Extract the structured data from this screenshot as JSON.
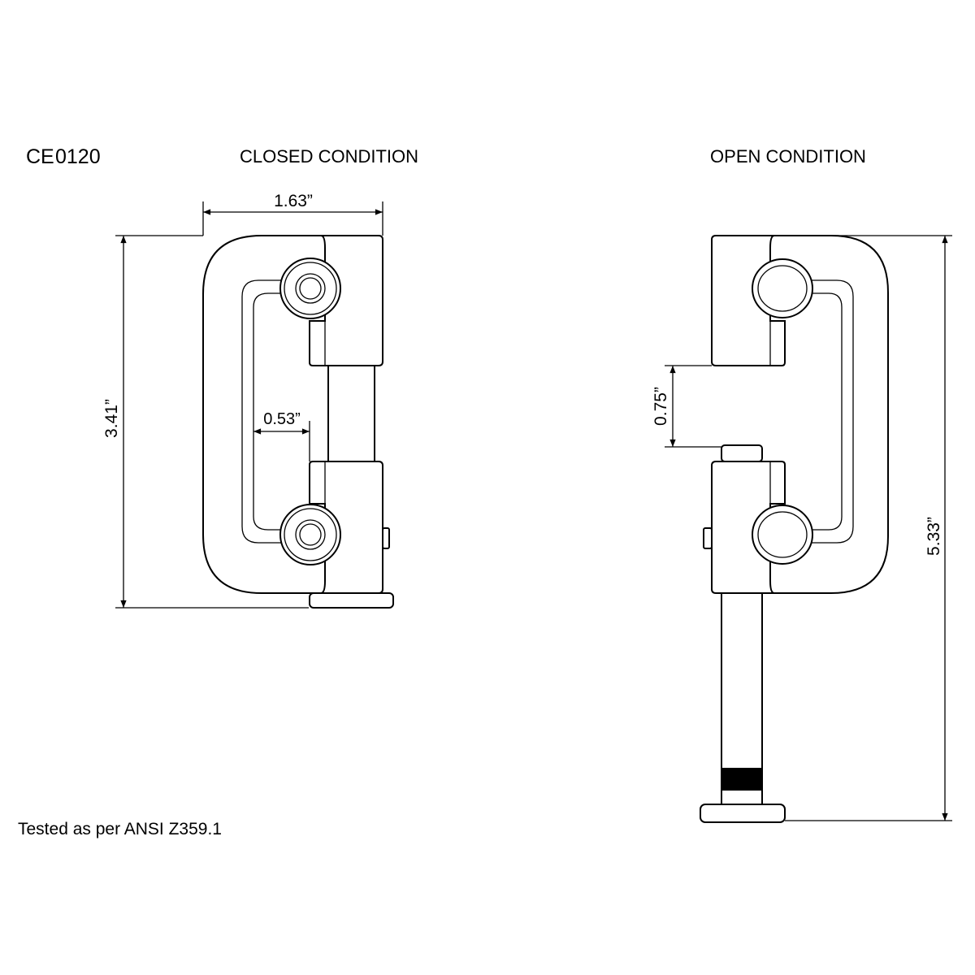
{
  "certification": {
    "mark": "CE",
    "number": "0120"
  },
  "views": {
    "closed": {
      "title": "CLOSED CONDITION",
      "width_dim": "1.63”",
      "height_dim": "3.41”",
      "gap_dim": "0.53”"
    },
    "open": {
      "title": "OPEN CONDITION",
      "opening_dim": "0.75”",
      "height_dim": "5.33”"
    }
  },
  "footer_note": "Tested as per ANSI Z359.1"
}
